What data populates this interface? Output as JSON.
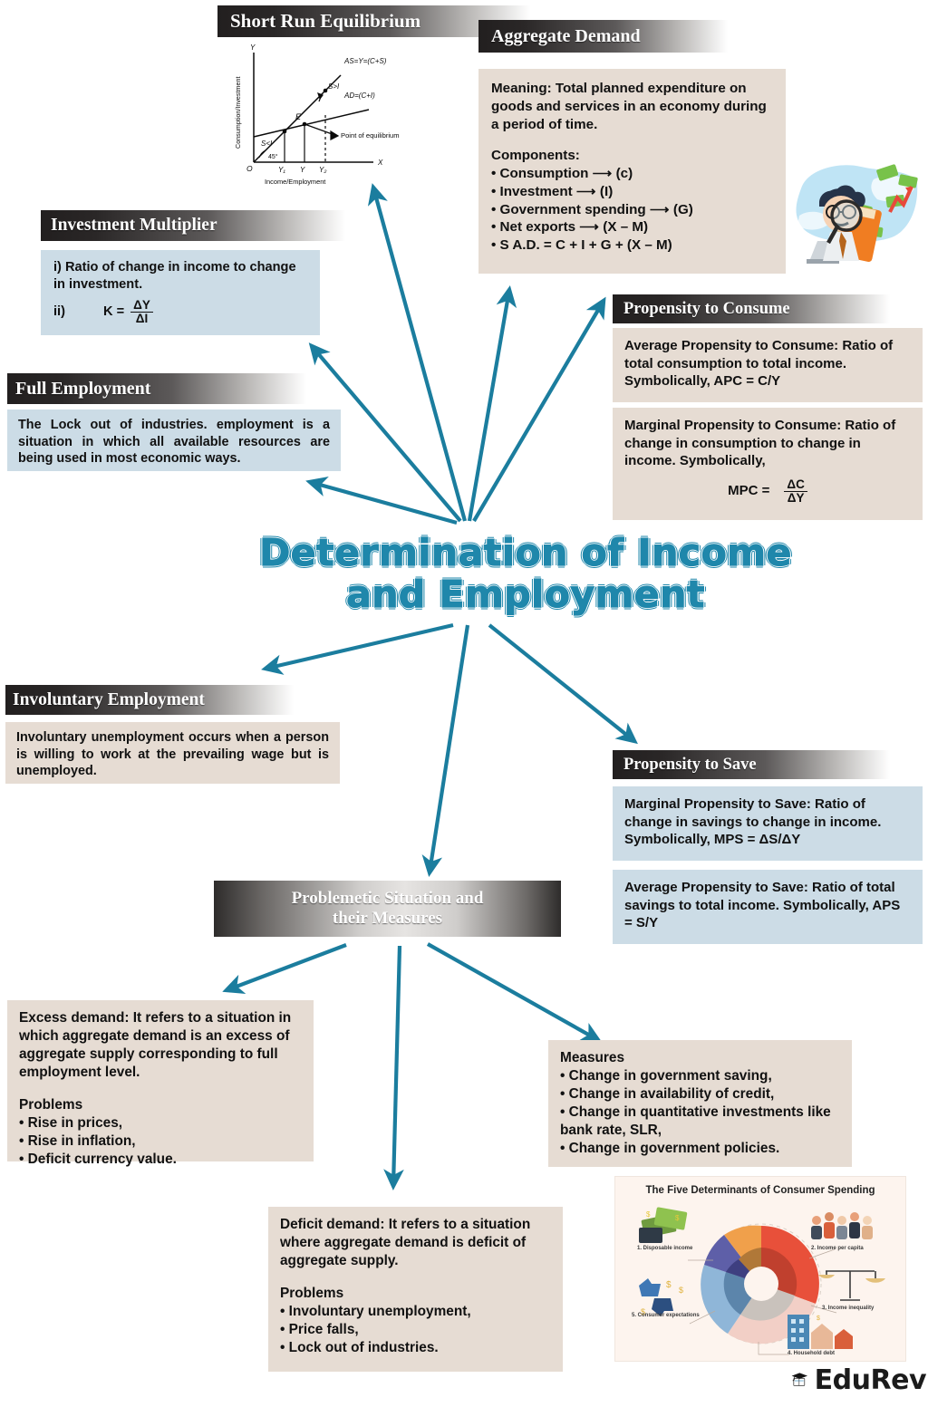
{
  "center": {
    "title_line1": "Determination of Income",
    "title_line2": "and Employment",
    "accent": "#1f87ab"
  },
  "nodes": {
    "short_run": {
      "header": "Short Run Equilibrium",
      "chart_caption_x": "Income/Employment",
      "chart_caption_y": "Consumption/Investment"
    },
    "aggregate_demand": {
      "header": "Aggregate Demand",
      "meaning": "Meaning: Total planned expenditure on goods and services in an economy during a period of time.",
      "components_label": "Components:",
      "components": [
        "• Consumption ⟶ (c)",
        "• Investment  ⟶ (I)",
        "• Government spending ⟶ (G)",
        "• Net exports  ⟶  (X – M)",
        "• S A.D. = C + I + G + (X – M)"
      ]
    },
    "investment_multiplier": {
      "header": "Investment Multiplier",
      "point_i": "i) Ratio of change in income to change in investment.",
      "point_ii": "ii)",
      "formula_lhs": "K =",
      "formula_num": "ΔY",
      "formula_den": "ΔI"
    },
    "full_employment": {
      "header": "Full Employment",
      "text": "The Lock out of industries. employment is a situation in which all available resources are being used in most economic ways."
    },
    "propensity_to_consume": {
      "header": "Propensity to Consume",
      "apc": "Average Propensity to Consume: Ratio of total consumption to total income. Symbolically, APC = C/Y",
      "mpc_text": "Marginal Propensity to Consume: Ratio of change in consumption to change in income. Symbolically,",
      "mpc_lhs": "MPC =",
      "mpc_num": "ΔC",
      "mpc_den": "ΔY"
    },
    "involuntary_employment": {
      "header": "Involuntary Employment",
      "text": "Involuntary unemployment occurs when a person is willing to work at the prevailing wage but is unemployed."
    },
    "propensity_to_save": {
      "header": "Propensity to Save",
      "mps": "Marginal Propensity to Save: Ratio of change in savings to change in income. Symbolically, MPS = ΔS/ΔY",
      "aps": "Average Propensity to Save: Ratio of total savings to total income. Symbolically, APS = S/Y"
    },
    "problematic": {
      "header_line1": "Problemetic Situation and",
      "header_line2": "their Measures"
    },
    "excess_demand": {
      "definition": "Excess demand: It refers to a situation in which aggregate demand is an excess of aggregate supply corresponding to full employment level.",
      "problems_label": "Problems",
      "problems": [
        "• Rise in prices,",
        "• Rise in inflation,",
        "• Deficit currency value."
      ]
    },
    "measures": {
      "label": "Measures",
      "items": [
        "• Change in government saving,",
        "• Change in availability of credit,",
        "• Change in quantitative investments like bank rate, SLR,",
        "• Change in government policies."
      ]
    },
    "deficit_demand": {
      "definition": "Deficit demand: It refers to a situation where aggregate demand is deficit of aggregate supply.",
      "problems_label": "Problems",
      "problems": [
        "• Involuntary unemployment,",
        "• Price falls,",
        "• Lock out of industries."
      ]
    }
  },
  "chart_data": {
    "type": "line",
    "title": "Short Run Equilibrium",
    "xlabel": "Income/Employment",
    "ylabel": "Consumption/Investment",
    "series": [
      {
        "name": "AS=Y=(C+S)",
        "note": "45 degree line from origin"
      },
      {
        "name": "AD=(C+I)",
        "note": "flatter line with positive intercept"
      }
    ],
    "annotations": [
      "AS=Y=(C+S)",
      "AD=(C+I)",
      "E",
      "S>I",
      "S<I",
      "Point of equilibrium",
      "45°",
      "O",
      "X",
      "Y"
    ],
    "xticks": [
      "Y₁",
      "Y",
      "Y₂"
    ],
    "grid": false,
    "legend": "none"
  },
  "consumer_spending": {
    "type": "pie",
    "title": "The Five Determinants of Consumer Spending",
    "categories": [
      "1. Disposable income",
      "2. Income per capita",
      "3. Income inequality",
      "4. Household debt",
      "5. Consumer expectations"
    ],
    "values": [
      20,
      20,
      20,
      20,
      20
    ],
    "colors": [
      "#f0a04b",
      "#e8503a",
      "#f2cfc6",
      "#8fb6d8",
      "#5e5fa8"
    ]
  },
  "brand": {
    "name": "EduRev"
  }
}
